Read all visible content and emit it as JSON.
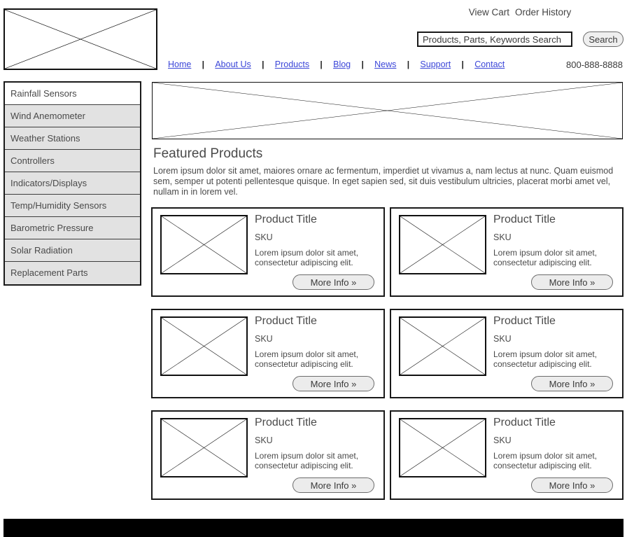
{
  "header": {
    "logo_alt": "logo-placeholder",
    "utility_links": [
      "View Cart",
      "Order History"
    ],
    "search": {
      "value": "Products, Parts, Keywords Search",
      "placeholder": "Products, Parts, Keywords Search",
      "button_label": "Search"
    },
    "phone": "800-888-8888",
    "nav_separator": "|",
    "nav_items": [
      {
        "label": "Home"
      },
      {
        "label": "About Us"
      },
      {
        "label": "Products"
      },
      {
        "label": "Blog"
      },
      {
        "label": "News"
      },
      {
        "label": "Support"
      },
      {
        "label": "Contact"
      }
    ]
  },
  "sidebar": {
    "items": [
      {
        "label": "Rainfall Sensors",
        "active": true
      },
      {
        "label": "Wind Anemometer",
        "active": false
      },
      {
        "label": "Weather Stations",
        "active": false
      },
      {
        "label": "Controllers",
        "active": false
      },
      {
        "label": "Indicators/Displays",
        "active": false
      },
      {
        "label": "Temp/Humidity Sensors",
        "active": false
      },
      {
        "label": "Barometric Pressure",
        "active": false
      },
      {
        "label": "Solar Radiation",
        "active": false
      },
      {
        "label": "Replacement Parts",
        "active": false
      }
    ]
  },
  "banner": {
    "alt": "banner-placeholder"
  },
  "featured": {
    "title": "Featured Products",
    "description": "Lorem ipsum dolor sit amet, maiores ornare ac fermentum, imperdiet ut vivamus a, nam lectus at nunc. Quam euismod sem, semper ut potenti pellentesque quisque. In eget sapien sed, sit duis vestibulum ultricies, placerat morbi amet vel, nullam in in lorem vel."
  },
  "products": [
    {
      "title": "Product Title",
      "sku": "SKU",
      "desc": "Lorem ipsum dolor sit amet, consectetur adipiscing elit.",
      "cta": "More Info »"
    },
    {
      "title": "Product Title",
      "sku": "SKU",
      "desc": "Lorem ipsum dolor sit amet, consectetur adipiscing elit.",
      "cta": "More Info »"
    },
    {
      "title": "Product Title",
      "sku": "SKU",
      "desc": "Lorem ipsum dolor sit amet, consectetur adipiscing elit.",
      "cta": "More Info »"
    },
    {
      "title": "Product Title",
      "sku": "SKU",
      "desc": "Lorem ipsum dolor sit amet, consectetur adipiscing elit.",
      "cta": "More Info »"
    },
    {
      "title": "Product Title",
      "sku": "SKU",
      "desc": "Lorem ipsum dolor sit amet, consectetur adipiscing elit.",
      "cta": "More Info »"
    },
    {
      "title": "Product Title",
      "sku": "SKU",
      "desc": "Lorem ipsum dolor sit amet, consectetur adipiscing elit.",
      "cta": "More Info »"
    }
  ],
  "footer": {
    "background_color": "#000000"
  },
  "colors": {
    "link": "#3b46d8",
    "sidebar_bg": "#e2e2e2",
    "sidebar_active_bg": "#ffffff",
    "button_bg": "#ececec",
    "outline": "#1a1a1a",
    "text": "#4a4a4a"
  }
}
